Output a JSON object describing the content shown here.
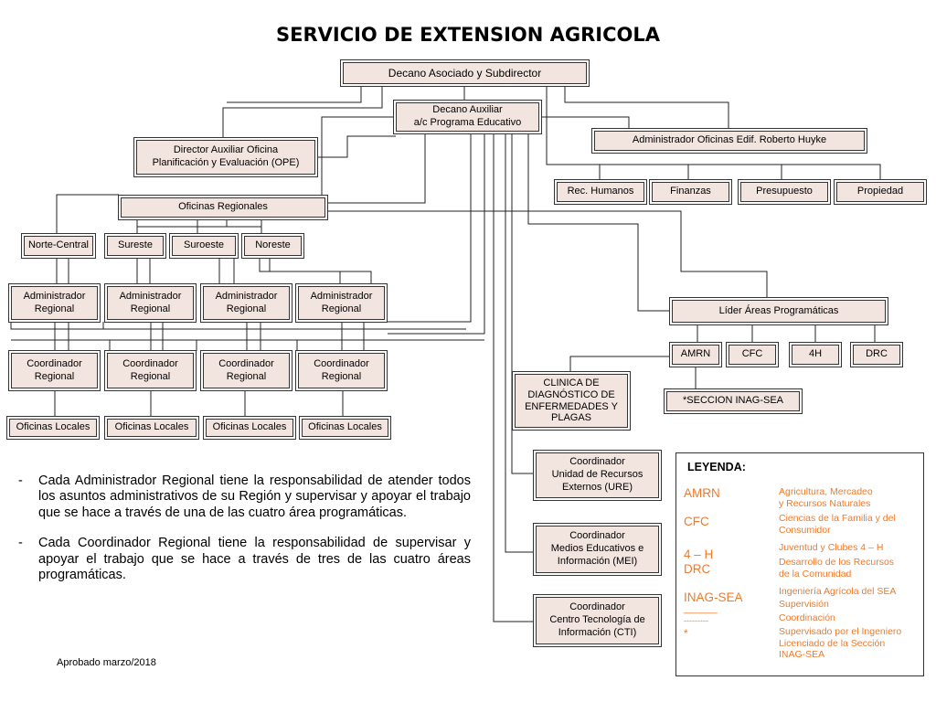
{
  "title": "SERVICIO DE EXTENSION AGRICOLA",
  "nodes": {
    "decano_asociado": "Decano Asociado y Subdirector",
    "decano_auxiliar": "Decano Auxiliar\na/c Programa Educativo",
    "director_ope": "Director Auxiliar Oficina\nPlanificación y Evaluación (OPE)",
    "admin_huyke": "Administrador Oficinas Edif. Roberto Huyke",
    "rec_humanos": "Rec. Humanos",
    "finanzas": "Finanzas",
    "presupuesto": "Presupuesto",
    "propiedad": "Propiedad",
    "oficinas_regionales": "Oficinas Regionales",
    "norte_central": "Norte-Central",
    "sureste": "Sureste",
    "suroeste": "Suroeste",
    "noreste": "Noreste",
    "admin_regional": "Administrador\nRegional",
    "coord_regional": "Coordinador\nRegional",
    "oficinas_locales": "Oficinas Locales",
    "lider_areas": "Líder Áreas Programáticas",
    "amrn": "AMRN",
    "cfc": "CFC",
    "h4": "4H",
    "drc": "DRC",
    "clinica": "CLINICA DE\nDIAGNÓSTICO DE\nENFERMEDADES Y\nPLAGAS",
    "seccion_inag": "*SECCION INAG-SEA",
    "coord_ure": "Coordinador\nUnidad de Recursos\nExternos (URE)",
    "coord_mei": "Coordinador\nMedios Educativos e\nInformación (MEI)",
    "coord_cti": "Coordinador\nCentro Tecnología de\nInformación (CTI)"
  },
  "notes": [
    {
      "dash": "-",
      "text": "Cada Administrador Regional tiene la responsabilidad de atender todos los asuntos administrativos de su Región y supervisar y apoyar el trabajo que se hace a través de una de las cuatro área programáticas."
    },
    {
      "dash": "-",
      "text": "Cada Coordinador Regional tiene la responsabilidad de supervisar y apoyar el trabajo que se hace a través de tres de las cuatro áreas programáticas."
    }
  ],
  "approved": "Aprobado marzo/2018",
  "legend": {
    "title": "LEYENDA:",
    "accent_color": "#f07a2a",
    "terms": [
      "AMRN",
      "CFC",
      "4 – H",
      "DRC",
      "INAG-SEA",
      "______",
      "---------",
      "*"
    ],
    "definitions": [
      "Agricultura, Mercadeo\ny Recursos Naturales",
      "Ciencias de la Familia y del\nConsumidor",
      "Juventud y Clubes 4 – H",
      "Desarrollo de los Recursos\nde la Comunidad",
      "Ingeniería Agrícola del SEA",
      "Supervisión",
      "Coordinación",
      "Supervisado por el Ingeniero\nLicenciado de la Sección\nINAG-SEA"
    ]
  }
}
